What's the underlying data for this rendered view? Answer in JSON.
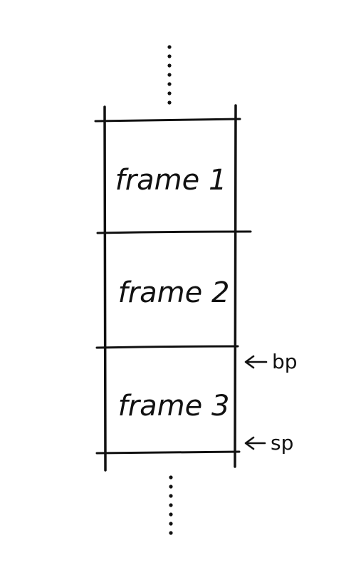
{
  "diagram": {
    "frames": [
      {
        "label": "frame 1"
      },
      {
        "label": "frame 2"
      },
      {
        "label": "frame 3"
      }
    ],
    "pointers": {
      "bp": "bp",
      "sp": "sp"
    },
    "ink_color": "#111111",
    "background": "#ffffff"
  }
}
